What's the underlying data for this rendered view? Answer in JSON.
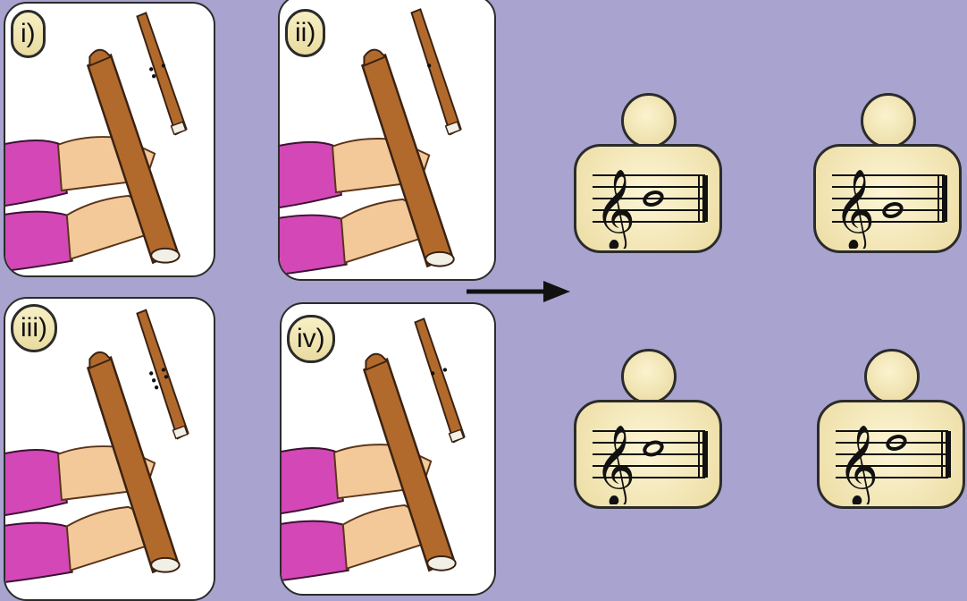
{
  "cards": [
    {
      "label": "i)",
      "closed_holes": 3
    },
    {
      "label": "ii)",
      "closed_holes": 1
    },
    {
      "label": "iii)",
      "closed_holes": 5
    },
    {
      "label": "iv)",
      "closed_holes": 2
    }
  ],
  "answers": [
    {
      "note": "B4"
    },
    {
      "note": "G4"
    },
    {
      "note": "C5"
    },
    {
      "note": "D5"
    }
  ],
  "colors": {
    "background": "#a9a3cf",
    "recorder": "#b26a2c",
    "sleeve": "#d347b6",
    "skin": "#f3c99a",
    "badge": "#efe3ad"
  }
}
